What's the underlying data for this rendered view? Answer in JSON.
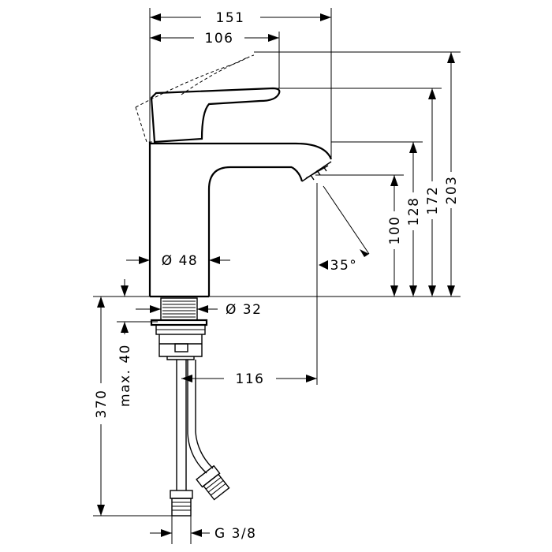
{
  "dimensions": {
    "width_total": "151",
    "width_spout": "106",
    "height_lever_top": "203",
    "height_lever_tip": "172",
    "height_spout_top": "128",
    "height_outlet": "100",
    "spout_angle": "35°",
    "body_diameter": "Ø 48",
    "shank_diameter": "Ø 32",
    "max_counter_thickness": "max. 40",
    "hose_length": "370",
    "reach_from_shank": "116",
    "connection_thread": "G 3/8"
  }
}
